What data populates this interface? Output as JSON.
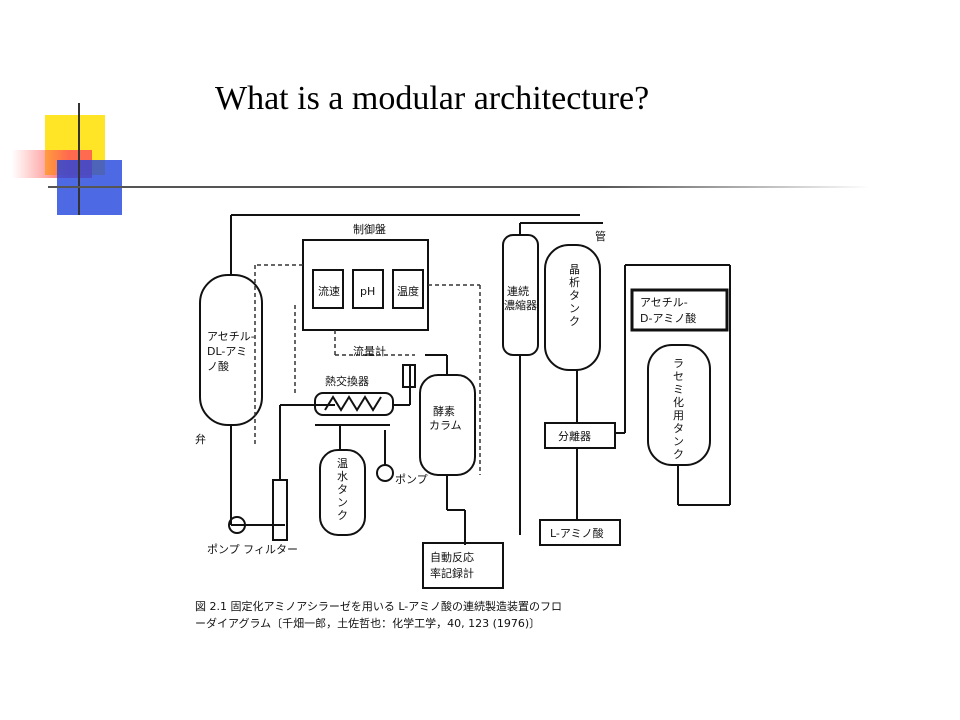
{
  "slide": {
    "title": "What is a modular architecture?"
  },
  "diagram": {
    "labels": {
      "control_panel": "制御盤",
      "flow_rate": "流速",
      "ph": "pH",
      "temperature": "温度",
      "tank_dl": [
        "アセチル-",
        "DL-アミ",
        "ノ酸"
      ],
      "flow_meter": "流量計",
      "heat_exchanger": "熱交換器",
      "enzyme_column": [
        "酵素",
        "カラム"
      ],
      "hot_water_tank": [
        "温",
        "水",
        "タ",
        "ン",
        "ク"
      ],
      "pump_right": "ポンプ",
      "valve": "弁",
      "pump_filter": "ポンプ  フィルター",
      "recorder": [
        "自動反応",
        "率記録計"
      ],
      "continuous_evaporator": [
        "連続",
        "濃縮器"
      ],
      "pipe": "管",
      "crystal_tank": [
        "晶",
        "析",
        "タ",
        "ン",
        "ク"
      ],
      "separator": "分離器",
      "l_amino_acid": "L-アミノ酸",
      "acetyl_d_box": [
        "アセチル-",
        "D-アミノ酸"
      ],
      "racemization_tank": [
        "ラ",
        "セ",
        "ミ",
        "化",
        "用",
        "タ",
        "ン",
        "ク"
      ]
    },
    "caption": {
      "line1": "図 2.1  固定化アミノアシラーゼを用いる L-アミノ酸の連続製造装置のフロ",
      "line2": "ーダイアグラム〔千畑一郎，土佐哲也：化学工学，40, 123 (1976)〕"
    }
  }
}
